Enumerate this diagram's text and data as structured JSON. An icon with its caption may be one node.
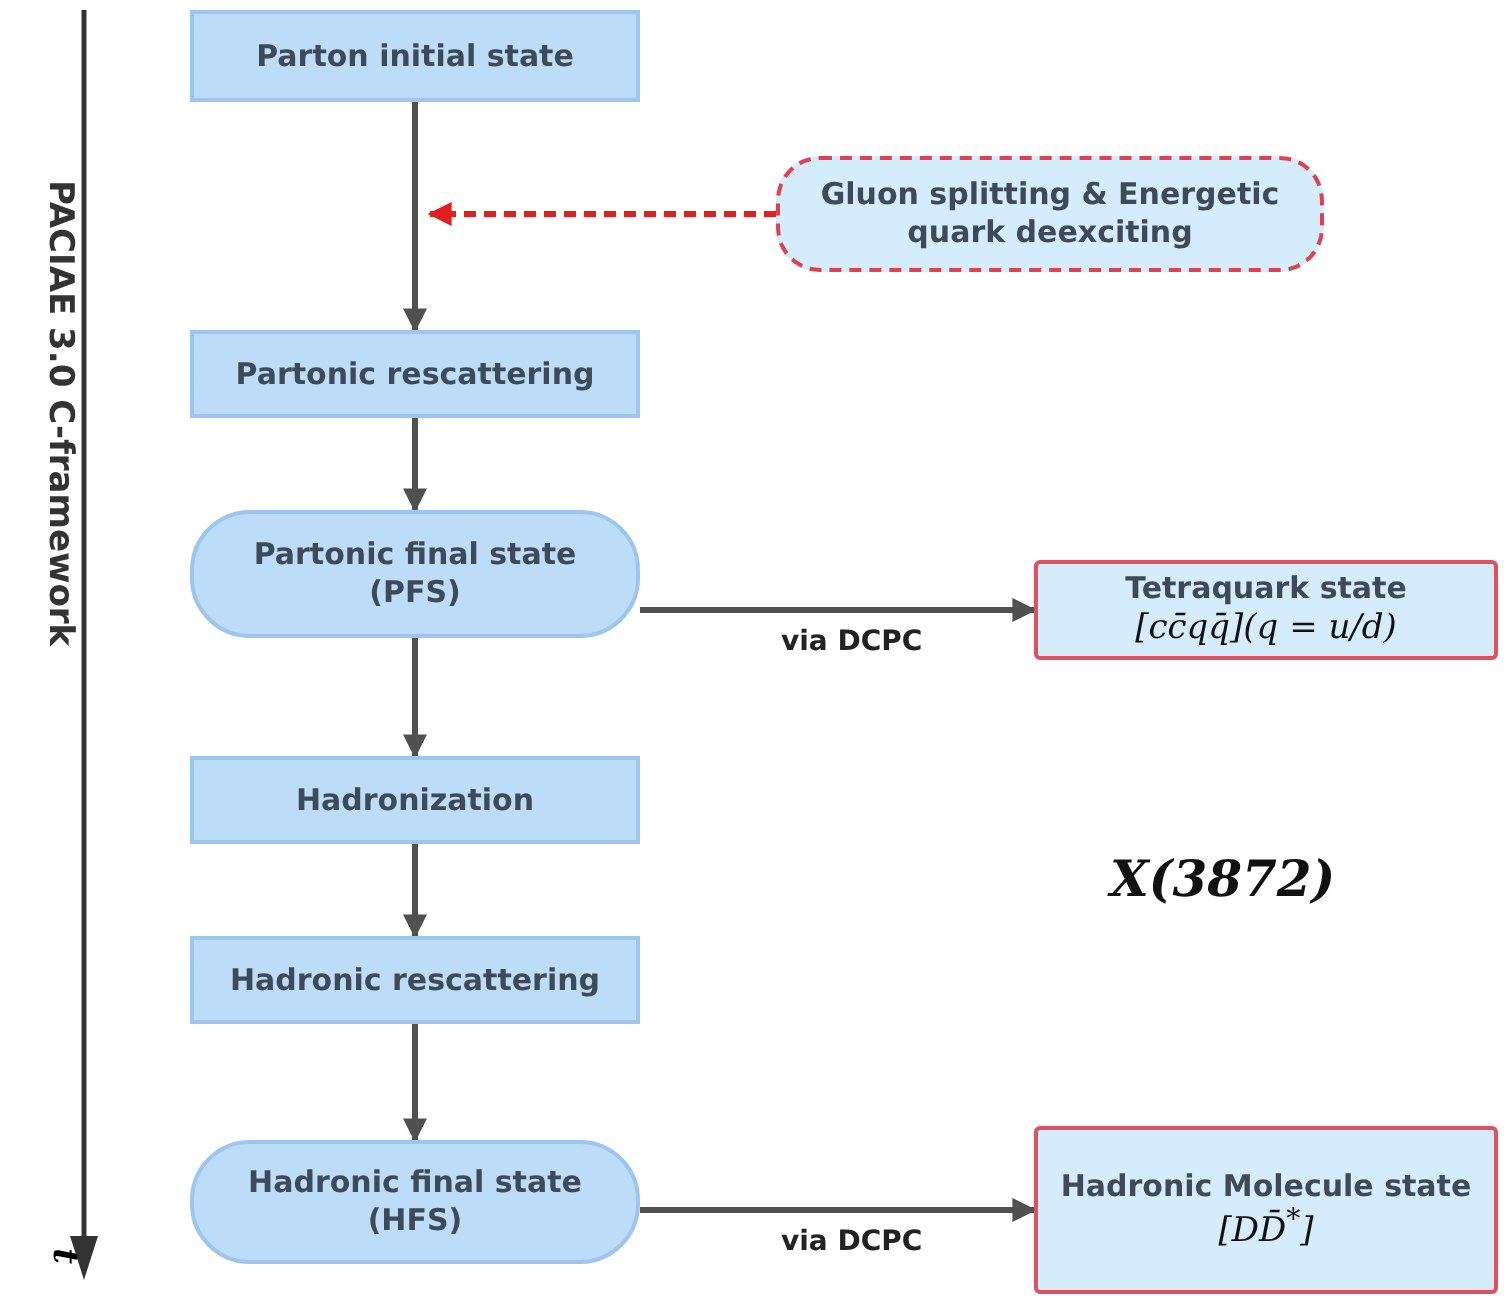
{
  "diagram": {
    "nodes": [
      {
        "text": [
          "Parton initial state"
        ]
      },
      {
        "text": [
          "Gluon splitting & Energetic quark deexciting"
        ]
      },
      {
        "text": [
          "Partonic rescattering"
        ]
      },
      {
        "text": [
          "Partonic final state (PFS)"
        ]
      },
      {
        "text": [
          "Tetraquark state",
          "[cc̄qq̄](q = u/d)"
        ]
      },
      {
        "text": [
          "Hadronization"
        ]
      },
      {
        "text": [
          "Hadronic rescattering"
        ]
      },
      {
        "text": [
          "Hadronic final state (HFS)"
        ]
      },
      {
        "text": [
          "Hadronic Molecule state",
          "[DD̄$^{*}$]"
        ]
      }
    ],
    "edges": [
      {
        "from": 0,
        "to": 2,
        "arrow": "to"
      },
      {
        "from": 1,
        "to": null,
        "arrow": "to",
        "style": "dashed",
        "color": "#e02020"
      },
      {
        "from": 2,
        "to": 3,
        "arrow": "to"
      },
      {
        "from": 3,
        "to": 4,
        "arrow": "to",
        "label": "via DCPC"
      },
      {
        "from": 3,
        "to": 5,
        "arrow": "to"
      },
      {
        "from": 5,
        "to": 6,
        "arrow": "to"
      },
      {
        "from": 6,
        "to": 7,
        "arrow": "to"
      },
      {
        "from": 7,
        "to": 8,
        "arrow": "to",
        "label": "via DCPC"
      }
    ],
    "labels": [
      "PACIAE 3.0 C-framework",
      "t",
      "X(3872)"
    ]
  }
}
